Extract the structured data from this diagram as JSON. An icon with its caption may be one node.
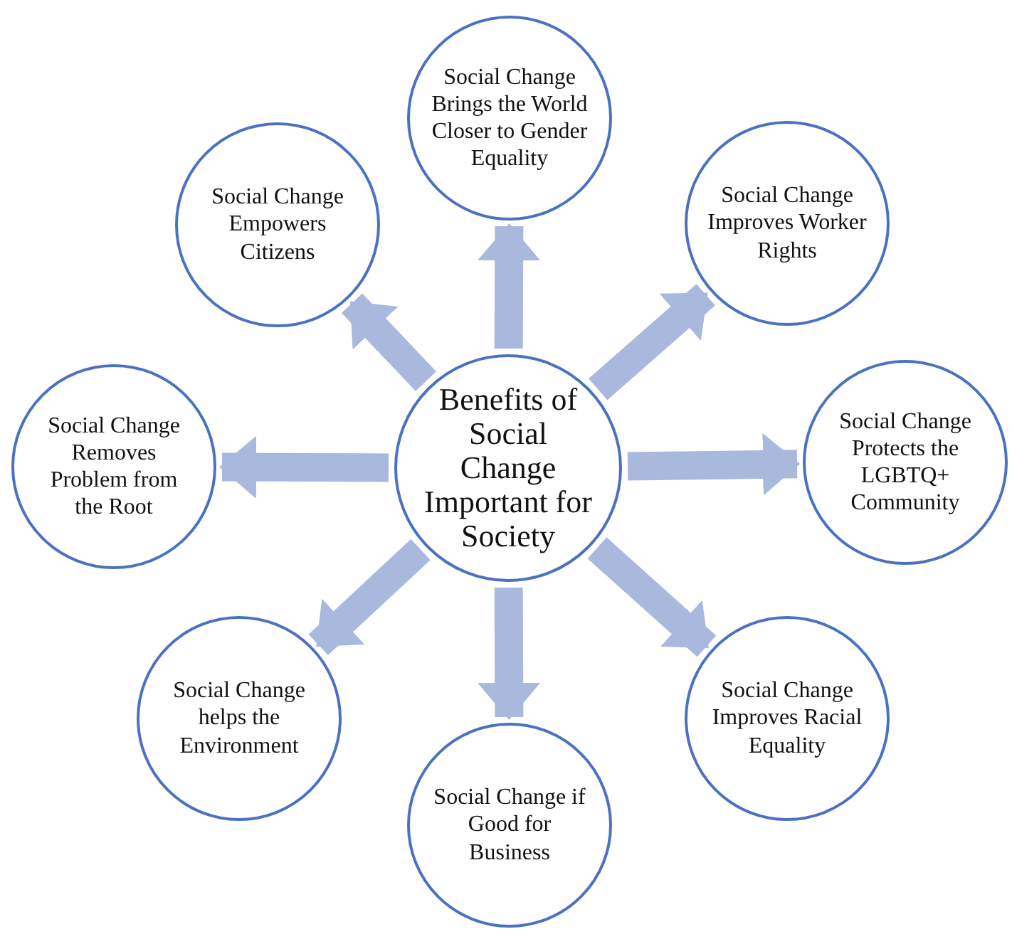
{
  "diagram": {
    "nodes": [
      {
        "text": [
          "Social Change Brings the World Closer to Gender Equality"
        ]
      },
      {
        "text": [
          "Social Change Empowers Citizens"
        ]
      },
      {
        "text": [
          "Social Change Improves Worker Rights"
        ]
      },
      {
        "text": [
          "Benefits of Social Change Important for Society"
        ]
      },
      {
        "text": [
          "Social Change Removes Problem from the Root"
        ]
      },
      {
        "text": [
          "Social Change Protects the LGBTQ+ Community"
        ]
      },
      {
        "text": [
          "Social Change helps the Environment"
        ]
      },
      {
        "text": [
          "Social Change Improves Racial Equality"
        ]
      },
      {
        "text": [
          "Social Change if Good for Business"
        ]
      }
    ],
    "edges": [
      {
        "from": 3,
        "to": 0,
        "arrow": "to"
      },
      {
        "from": 3,
        "to": 1,
        "arrow": "to"
      },
      {
        "from": 3,
        "to": 2,
        "arrow": "to"
      },
      {
        "from": 3,
        "to": 4,
        "arrow": "to"
      },
      {
        "from": 3,
        "to": 5,
        "arrow": "to"
      },
      {
        "from": 3,
        "to": 6,
        "arrow": "to"
      },
      {
        "from": 3,
        "to": 7,
        "arrow": "to"
      },
      {
        "from": 3,
        "to": 8,
        "arrow": "to"
      }
    ]
  }
}
